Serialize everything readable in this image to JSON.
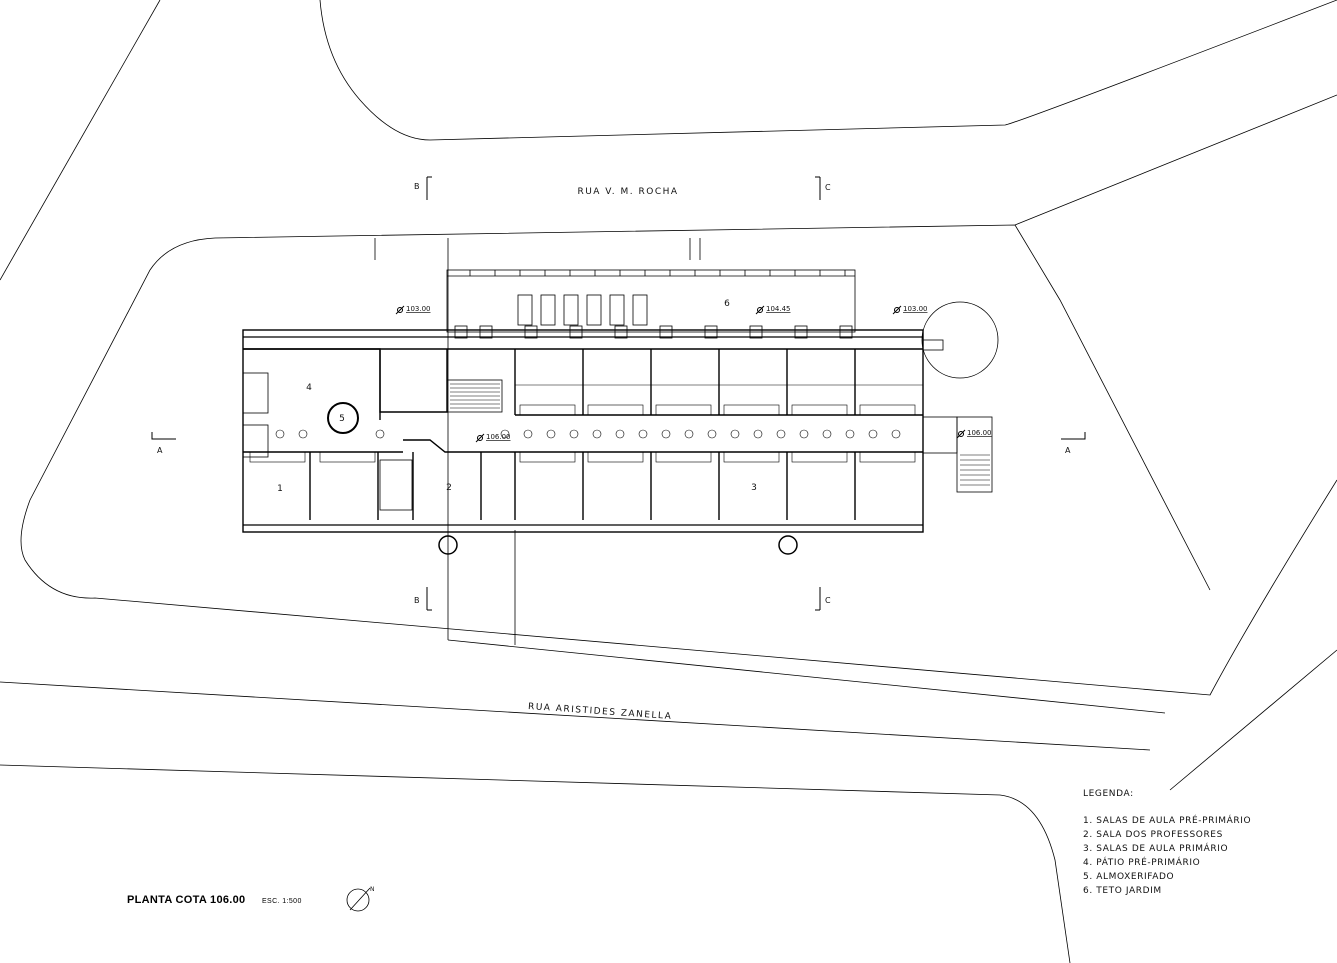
{
  "streets": {
    "north": "RUA V. M. ROCHA",
    "south": "RUA ARISTIDES ZANELLA"
  },
  "section_marks": {
    "a": "A",
    "b": "B",
    "c": "C"
  },
  "elevations": {
    "e1": "103.00",
    "e2": "104.45",
    "e3": "103.00",
    "e4": "106.00",
    "e5": "106.00"
  },
  "room_numbers": {
    "r1": "1",
    "r2": "2",
    "r3": "3",
    "r4": "4",
    "r5": "5",
    "r6": "6"
  },
  "legend": {
    "title": "LEGENDA:",
    "items": [
      "1. SALAS DE AULA PRÉ-PRIMÁRIO",
      "2. SALA DOS PROFESSORES",
      "3. SALAS DE AULA PRIMÁRIO",
      "4. PÁTIO PRÉ-PRIMÁRIO",
      "5. ALMOXERIFADO",
      "6. TETO JARDIM"
    ]
  },
  "title_block": {
    "title": "PLANTA COTA 106.00",
    "scale": "ESC. 1:500"
  },
  "north_arrow": {
    "letter": "N"
  }
}
